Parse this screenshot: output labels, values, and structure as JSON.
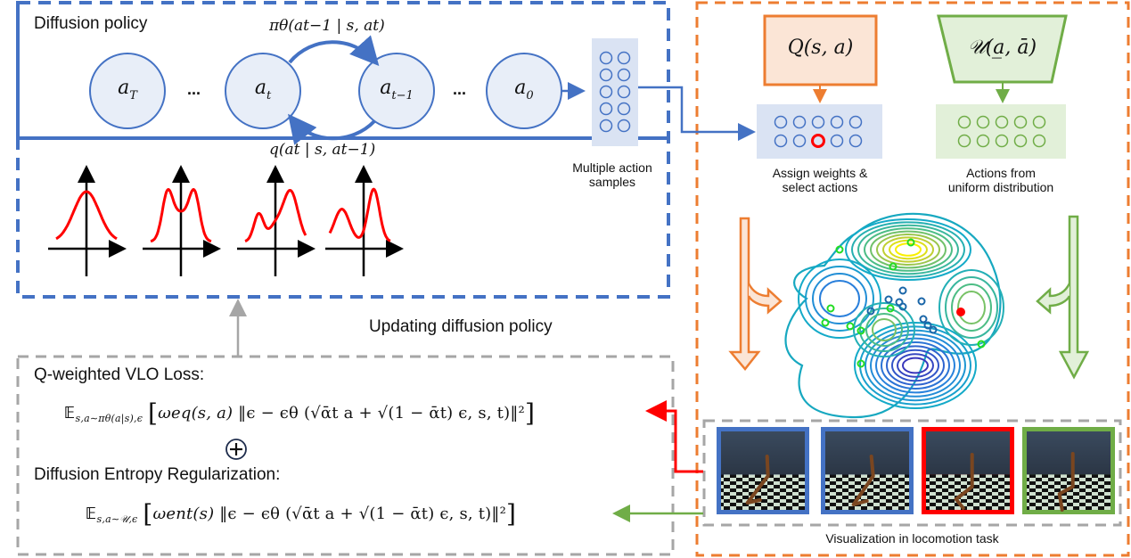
{
  "diffusion_policy": {
    "title": "Diffusion policy",
    "nodes": [
      {
        "name": "a",
        "sub": "T"
      },
      {
        "name": "a",
        "sub": "t"
      },
      {
        "name": "a",
        "sub": "t−1"
      },
      {
        "name": "a",
        "sub": "0"
      }
    ],
    "ellipsis": "...",
    "forward_label": "πθ(at−1 | s, at)",
    "backward_label": "q(at | s, at−1)",
    "samples_caption_line1": "Multiple action",
    "samples_caption_line2": "samples",
    "distribution_plots": [
      {
        "shape": "unimodal"
      },
      {
        "shape": "flat-top bimodal"
      },
      {
        "shape": "asymmetric bimodal"
      },
      {
        "shape": "separated bimodal"
      }
    ]
  },
  "update_arrow_label": "Updating diffusion policy",
  "loss_panel": {
    "q_loss_title": "Q-weighted VLO Loss:",
    "q_loss_expectation_sub": "s,a∼πθ(a|s),ϵ",
    "q_loss_weight": "ωeq(s, a)",
    "plus_symbol": "+",
    "entropy_title": "Diffusion Entropy Regularization:",
    "entropy_expectation_sub": "s,a∼𝒰,ϵ",
    "entropy_weight": "ωent(s)",
    "common_term": "‖ϵ − ϵθ (√ᾱt a + √(1 − ᾱt) ϵ, s, t)‖²"
  },
  "right_panel": {
    "q_box_label": "Q(s, a)",
    "uniform_box_label": "𝒰(a̲, ā)",
    "weighted_caption_line1": "Assign weights &",
    "weighted_caption_line2": "select actions",
    "uniform_caption_line1": "Actions from",
    "uniform_caption_line2": "uniform distribution",
    "visualization_caption": "Visualization in locomotion task",
    "frames": [
      {
        "border": "blue"
      },
      {
        "border": "blue"
      },
      {
        "border": "red"
      },
      {
        "border": "green"
      }
    ]
  },
  "colors": {
    "blue": "#4472c4",
    "orange": "#ed7d31",
    "green": "#70ad47",
    "red": "#ff0000",
    "gray": "#a6a6a6",
    "node_fill": "#e8eef8",
    "sample_bg": "#dae3f3",
    "q_fill": "#fbe5d6",
    "u_fill": "#e2f0d9"
  }
}
